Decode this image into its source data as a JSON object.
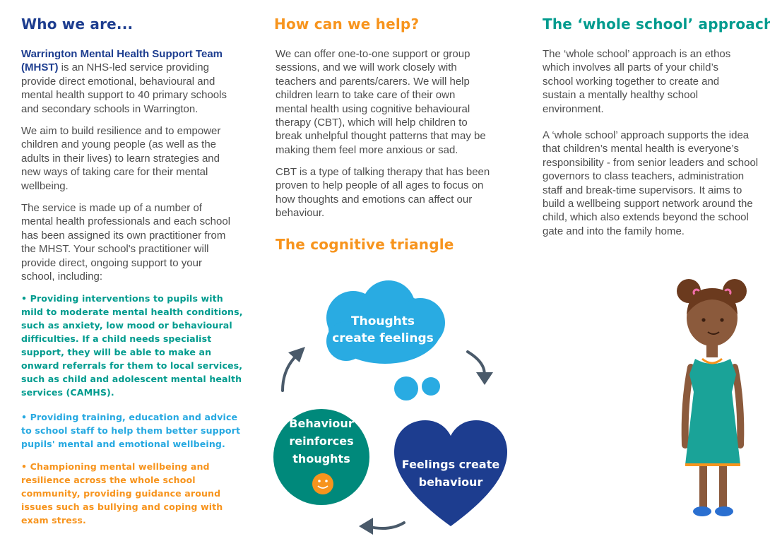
{
  "col1": {
    "heading": "Who we are...",
    "intro_strong": "Warrington Mental Health Support Team (MHST)",
    "intro_rest": " is an NHS-led service providing provide direct emotional, behavioural and mental health support to 40 primary schools and secondary schools in Warrington.",
    "para2": "We aim to build resilience and to empower children and young people (as well as the adults in their lives) to learn strategies and new ways of taking care for their mental wellbeing.",
    "para3": "The service is made up of a number of mental health professionals and each school has been assigned its own practitioner from the MHST. Your school's practitioner will provide direct, ongoing support to your school, including:",
    "bullets": [
      {
        "text": "• Providing interventions to pupils with mild to moderate mental health conditions, such as anxiety, low mood or behavioural difficulties. If a child needs specialist support, they will be able to make an onward referrals for them to local services, such as child and adolescent mental health services (CAMHS).",
        "color": "#009b8e"
      },
      {
        "text": "• Providing training, education and advice to school staff to help them better support pupils' mental and emotional wellbeing.",
        "color": "#27a9e1"
      },
      {
        "text": "• Championing mental wellbeing and resilience across the whole school community, providing guidance around issues such as bullying and coping with exam stress.",
        "color": "#f7941d"
      }
    ]
  },
  "col2": {
    "heading": "How can we help?",
    "para1": "We can offer one-to-one support or group sessions, and we will work closely with teachers and parents/carers. We will help children learn to take care of their own mental health using cognitive behavioural therapy (CBT), which will help children to break unhelpful thought patterns that may be making them feel more anxious or sad.",
    "para2": "CBT is a type of talking therapy that has been proven to  help people of all ages to focus on how thoughts and emotions can affect our behaviour.",
    "triangle_heading": "The cognitive triangle",
    "diagram": {
      "thoughts": [
        "Thoughts",
        "create feelings"
      ],
      "feelings": [
        "Feelings create",
        "behaviour"
      ],
      "behaviour": [
        "Behaviour",
        "reinforces",
        "thoughts"
      ]
    }
  },
  "col3": {
    "heading": "The ‘whole school’ approach",
    "para1": "The ‘whole school’ approach is an ethos which involves all parts of your child’s school working together to create and sustain a mentally healthy school environment.",
    "para2": "A ‘whole school’ approach supports the idea that children’s mental health is everyone’s responsibility - from senior leaders and school governors to class teachers, administration staff and break-time supervisors. It aims to build a wellbeing support network around the child, which also extends beyond the school gate and into the family home."
  },
  "colors": {
    "navy": "#1d3d8f",
    "orange": "#f7941d",
    "teal": "#009b8e",
    "sky": "#27a9e1",
    "heart": "#1d3d8f",
    "circle": "#00897b"
  }
}
